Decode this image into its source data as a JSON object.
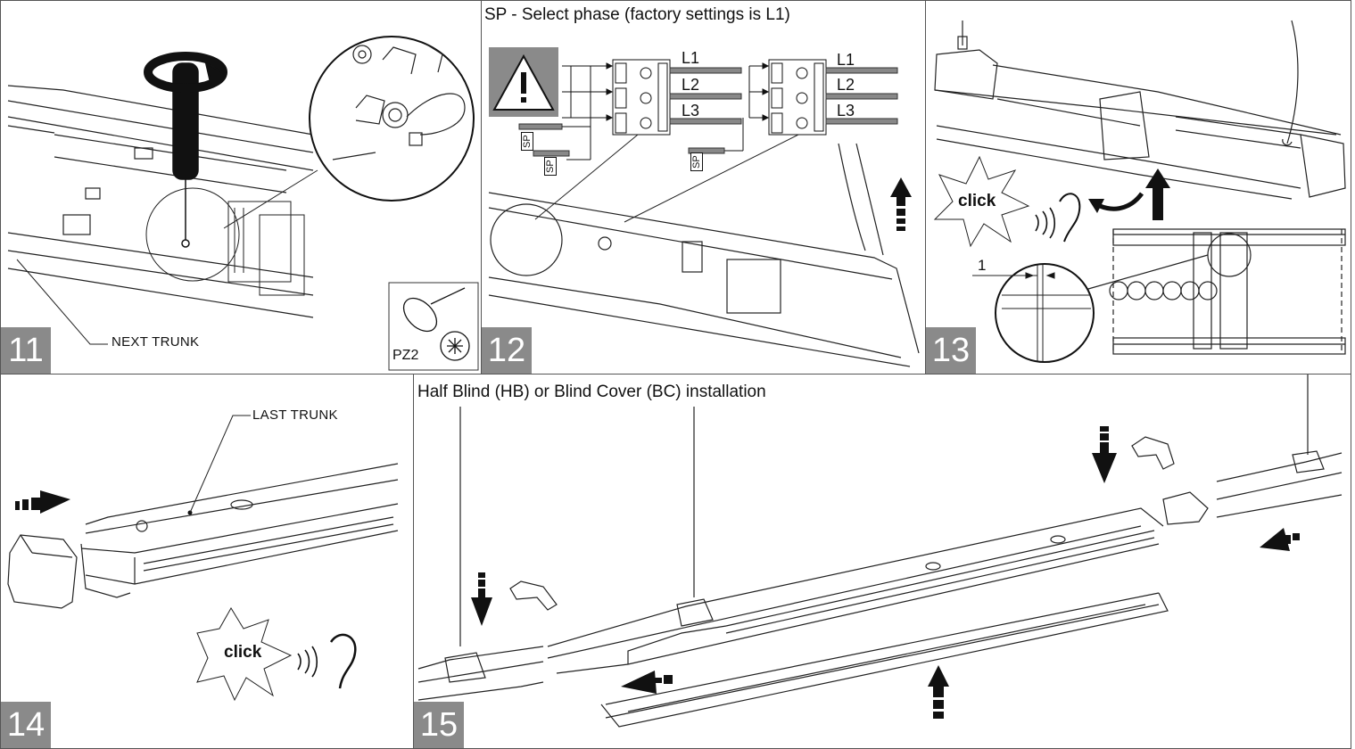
{
  "panels": {
    "p11": {
      "step": "11",
      "next_trunk_label": "NEXT TRUNK",
      "tool_label": "PZ2"
    },
    "p12": {
      "step": "12",
      "caption": "SP - Select phase (factory settings is L1)",
      "phases": [
        "L1",
        "L2",
        "L3"
      ],
      "sp_label": "SP"
    },
    "p13": {
      "step": "13",
      "click_label": "click",
      "dimension_label": "1"
    },
    "p14": {
      "step": "14",
      "last_trunk_label": "LAST TRUNK",
      "click_label": "click"
    },
    "p15": {
      "step": "15",
      "caption": "Half Blind (HB) or Blind Cover (BC) installation"
    }
  }
}
